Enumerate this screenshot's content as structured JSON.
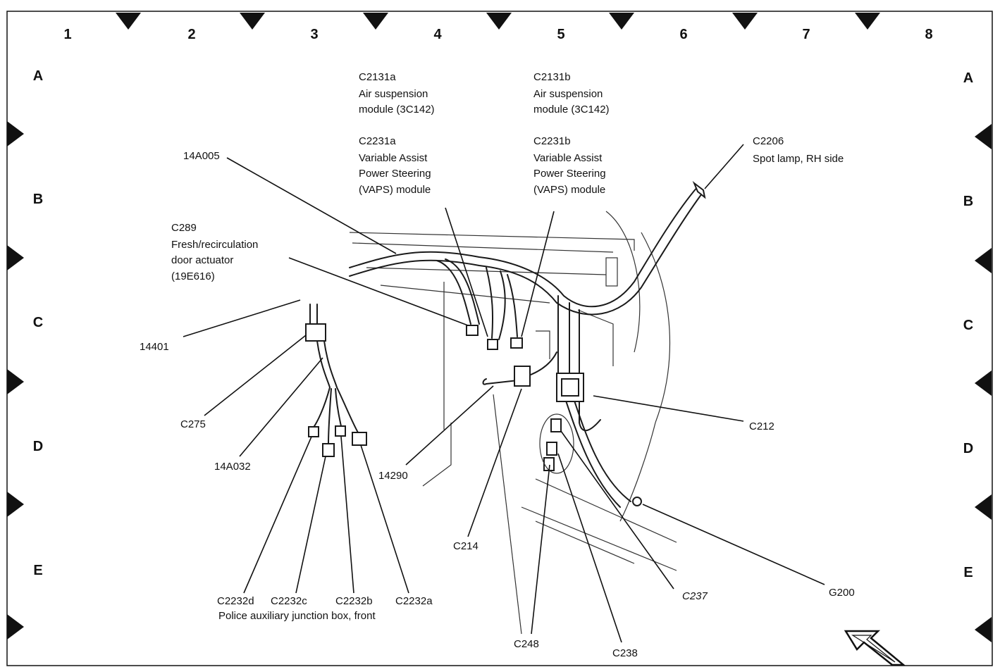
{
  "grid": {
    "columns": [
      "1",
      "2",
      "3",
      "4",
      "5",
      "6",
      "7",
      "8"
    ],
    "rows": [
      "A",
      "B",
      "C",
      "D",
      "E"
    ]
  },
  "labels": {
    "c2131a_id": "C2131a",
    "c2131a_desc1": "Air suspension",
    "c2131a_desc2": "module (3C142)",
    "c2231a_id": "C2231a",
    "c2231a_desc1": "Variable Assist",
    "c2231a_desc2": "Power Steering",
    "c2231a_desc3": "(VAPS) module",
    "c2131b_id": "C2131b",
    "c2131b_desc1": "Air suspension",
    "c2131b_desc2": "module (3C142)",
    "c2231b_id": "C2231b",
    "c2231b_desc1": "Variable Assist",
    "c2231b_desc2": "Power Steering",
    "c2231b_desc3": "(VAPS) module",
    "c2206_id": "C2206",
    "c2206_desc": "Spot lamp, RH side",
    "harness_14a005": "14A005",
    "c289_id": "C289",
    "c289_desc1": "Fresh/recirculation",
    "c289_desc2": "door actuator",
    "c289_desc3": "(19E616)",
    "harness_14401": "14401",
    "c275": "C275",
    "harness_14a032": "14A032",
    "harness_14290": "14290",
    "c212": "C212",
    "c214": "C214",
    "c237": "C237",
    "g200": "G200",
    "c248": "C248",
    "c238": "C238",
    "c2232d": "C2232d",
    "c2232c": "C2232c",
    "c2232b": "C2232b",
    "c2232a": "C2232a",
    "junction_box_caption": "Police auxiliary junction box, front"
  },
  "icons": {
    "border_marker": "triangle-marker-icon",
    "orientation": "forward-arrow-icon"
  },
  "colors": {
    "line": "#111111",
    "background": "#ffffff"
  }
}
